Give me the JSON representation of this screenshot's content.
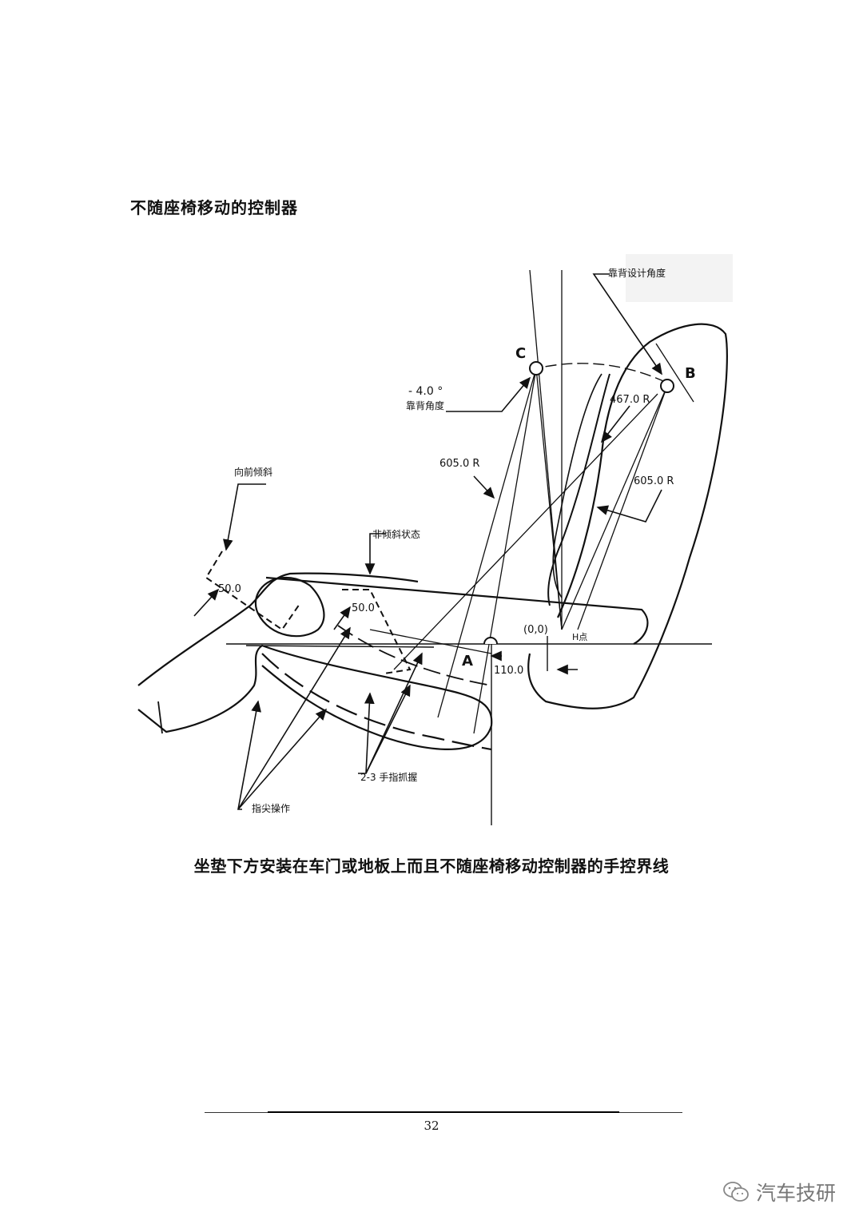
{
  "page": {
    "section_title": "不随座椅移动的控制器",
    "caption": "坐垫下方安装在车门或地板上而且不随座椅移动控制器的手控界线",
    "page_number": "32",
    "watermark_text": "汽车技研",
    "watermark_icon": "wechat-icon"
  },
  "figure": {
    "labels": {
      "backrest_design_angle": "靠背设计角度",
      "point_b": "B",
      "point_c": "C",
      "point_a": "A",
      "angle_value": "- 4.0 °",
      "backrest_angle": "靠背角度",
      "r_467": "467.0  R",
      "r_605_left": "605.0  R",
      "r_605_right": "605.0  R",
      "forward_tilt": "向前倾斜",
      "non_tilt_state": "非倾斜状态",
      "dim_50_left": "50.0",
      "dim_50_right": "50.0",
      "origin": "(0,0)",
      "h_point": "H点",
      "dim_110": "110.0",
      "finger_grip": "2-3 手指抓握",
      "fingertip_operation": "指尖操作"
    }
  }
}
